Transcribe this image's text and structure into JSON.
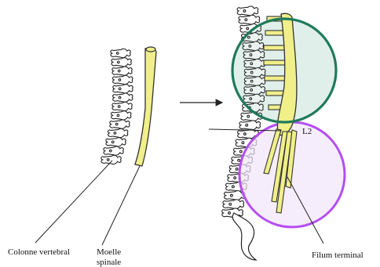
{
  "labels": {
    "colonne": "Colonne vertebral",
    "moelle_line1": "Moelle",
    "moelle_line2": "spinale",
    "filum": "Filum terminal",
    "l2": "L2"
  },
  "colors": {
    "cord_fill": "#f0ef8a",
    "cord_stroke": "#333333",
    "green_circle_stroke": "#1f7a5a",
    "green_circle_fill": "#d6e9e2",
    "purple_circle_stroke": "#b44ef0",
    "purple_circle_fill": "#f2e6fb",
    "outline": "#222222"
  },
  "icons": {
    "arrow": "right-arrow-icon"
  }
}
